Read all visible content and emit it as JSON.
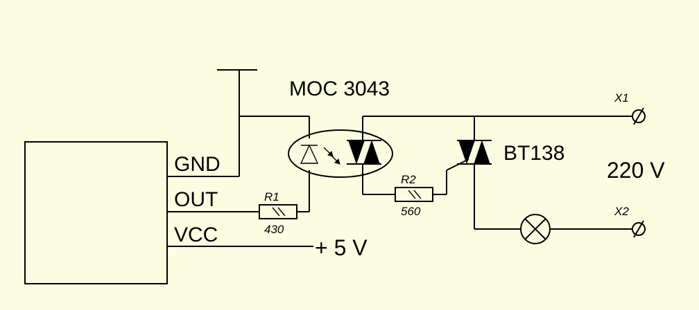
{
  "module": {
    "pins": [
      "GND",
      "OUT",
      "VCC"
    ]
  },
  "supply": {
    "label": "+ 5 V"
  },
  "optocoupler": {
    "label": "MOC 3043"
  },
  "triac": {
    "label": "BT138"
  },
  "resistors": [
    {
      "name": "R1",
      "value": "430"
    },
    {
      "name": "R2",
      "value": "560"
    }
  ],
  "terminals": [
    {
      "name": "X1"
    },
    {
      "name": "X2"
    }
  ],
  "mains": {
    "label": "220 V"
  },
  "icons": {
    "ground": "ground-symbol-icon",
    "led": "led-diode-icon",
    "light": "light-emission-arrows-icon",
    "opto_triac": "optotriac-icon",
    "triac": "triac-icon",
    "lamp": "lamp-icon",
    "terminal": "screw-terminal-icon"
  }
}
